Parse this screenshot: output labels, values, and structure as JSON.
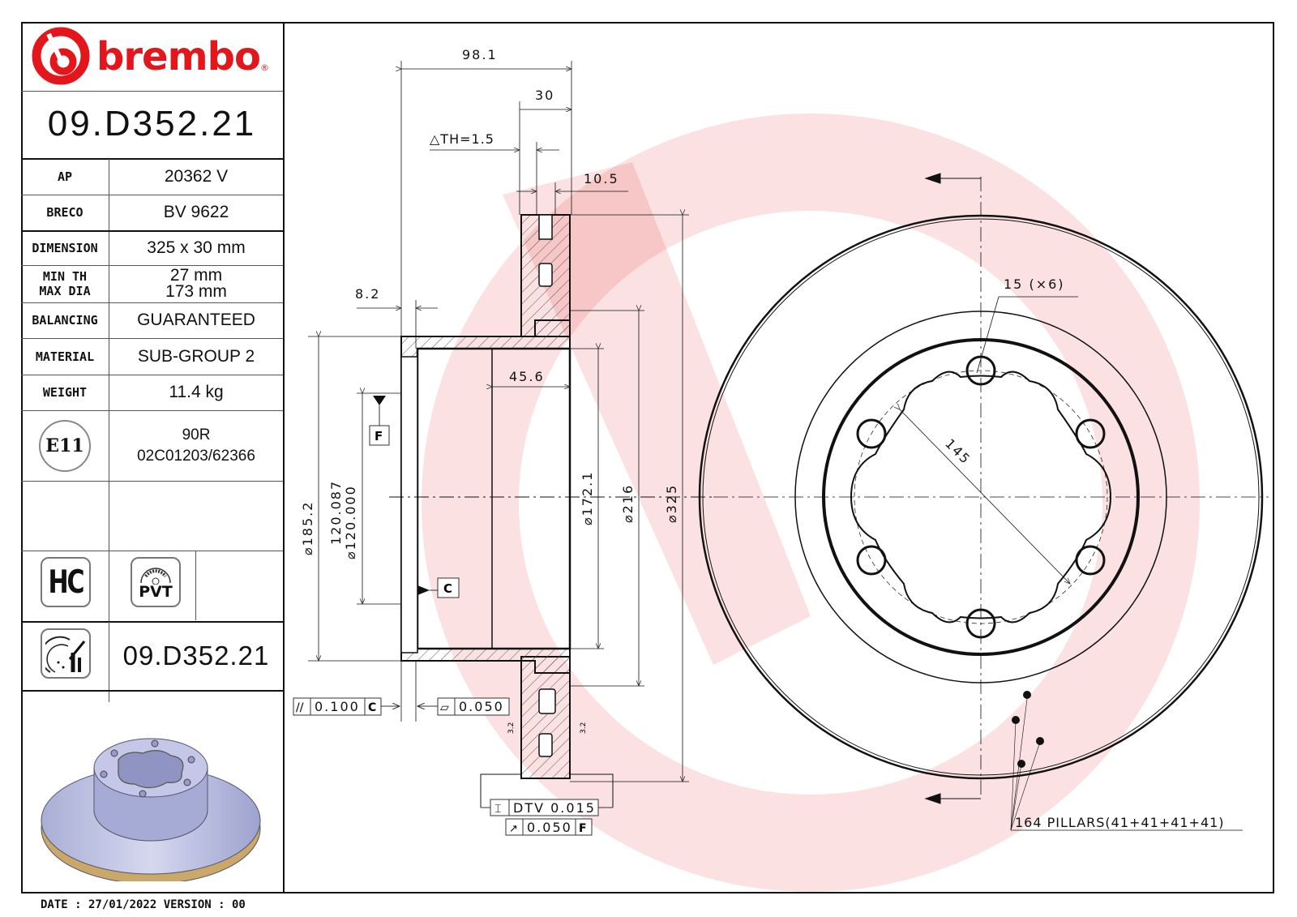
{
  "brand": {
    "name": "brembo",
    "registered_mark": "®",
    "color": "#e3171b"
  },
  "part_number": "09.D352.21",
  "specs": [
    {
      "label": "AP",
      "value": "20362 V"
    },
    {
      "label": "BRECO",
      "value": "BV 9622"
    },
    {
      "label": "DIMENSION",
      "value": "325 x 30 mm"
    },
    {
      "label": "MIN TH",
      "label2": "MAX DIA",
      "value": "27 mm",
      "value2": "173 mm"
    },
    {
      "label": "BALANCING",
      "value": "GUARANTEED"
    },
    {
      "label": "MATERIAL",
      "value": "SUB-GROUP 2"
    },
    {
      "label": "WEIGHT",
      "value": "11.4 kg"
    }
  ],
  "homologation": {
    "badge": "E11",
    "line1": "90R",
    "line2": "02C01203/62366"
  },
  "icons": {
    "hc": "HC",
    "pvt": "PVT"
  },
  "footer_part_number": "09.D352.21",
  "footer": {
    "date_text": "DATE : 27/01/2022 VERSION : 00"
  },
  "section_view": {
    "dimensions": {
      "overall_height": "98.1",
      "thickness": "30",
      "delta_th": "△TH=1.5",
      "braking_band": "10.5",
      "flange": "8.2",
      "hat_depth": "45.6",
      "d_hat_outer": "⌀185.2",
      "d_center_bore_max": "120.087",
      "d_center_bore_min": "⌀120.000",
      "d_172": "⌀172.1",
      "d_216": "⌀216",
      "d_325": "⌀325"
    },
    "datums": {
      "f": "F",
      "c": "C"
    },
    "tolerances": {
      "parallelism": {
        "symbol": "//",
        "value": "0.100",
        "datum": "C"
      },
      "flatness": {
        "symbol": "▱",
        "value": "0.050"
      },
      "dtv": {
        "symbol": "⌶",
        "value": "DTV 0.015"
      },
      "runout": {
        "symbol": "↗",
        "value": "0.050",
        "datum": "F"
      },
      "roughness": "3.2"
    }
  },
  "front_view": {
    "bolt_holes": "15 (×6)",
    "pcd": "145",
    "pillars": "164 PILLARS(41+41+41+41)"
  }
}
